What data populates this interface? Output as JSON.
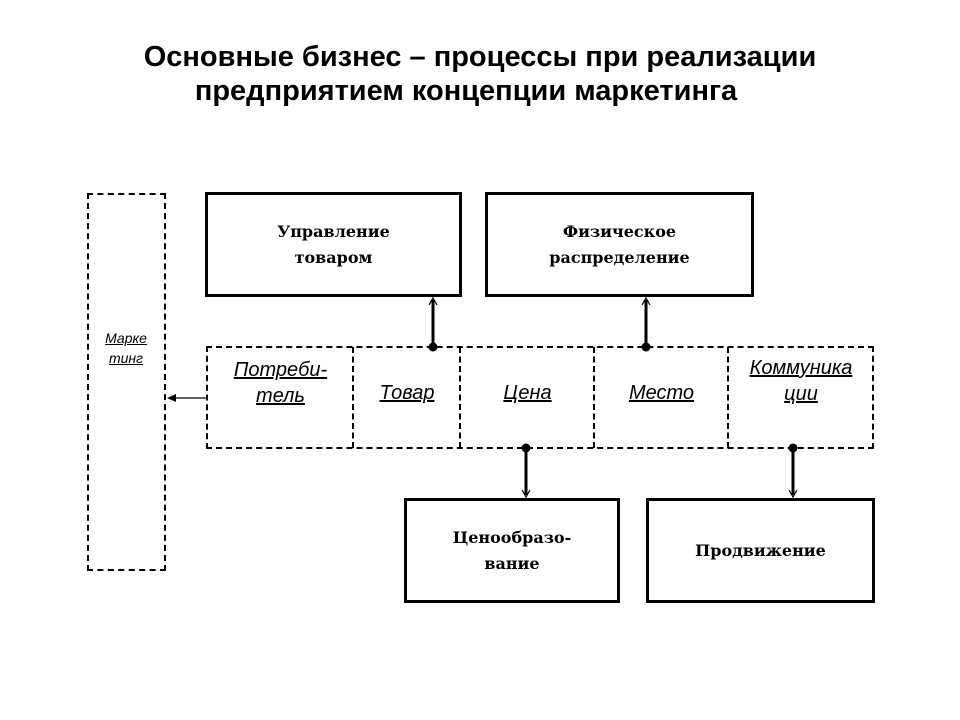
{
  "title": {
    "line1": "Основные бизнес – процессы при реализации",
    "line2": "предприятием концепции маркетинга"
  },
  "marketing": {
    "label": "Марке\nтинг"
  },
  "top_boxes": [
    {
      "label": "Управление\nтоваром"
    },
    {
      "label": "Физическое\nраспределение"
    }
  ],
  "mix": [
    {
      "label": "Потреби-\nтель"
    },
    {
      "label": "Товар"
    },
    {
      "label": "Цена"
    },
    {
      "label": "Место"
    },
    {
      "label": "Коммуника\nции"
    }
  ],
  "bottom_boxes": [
    {
      "label": "Ценообразо-\nвание"
    },
    {
      "label": "Продвижение"
    }
  ],
  "connections": [
    {
      "from": "Товар",
      "to": "Управление товаром"
    },
    {
      "from": "Место",
      "to": "Физическое распределение"
    },
    {
      "from": "Цена",
      "to": "Ценообразование"
    },
    {
      "from": "Коммуникации",
      "to": "Продвижение"
    },
    {
      "from": "Потребитель",
      "to": "Маркетинг"
    }
  ]
}
